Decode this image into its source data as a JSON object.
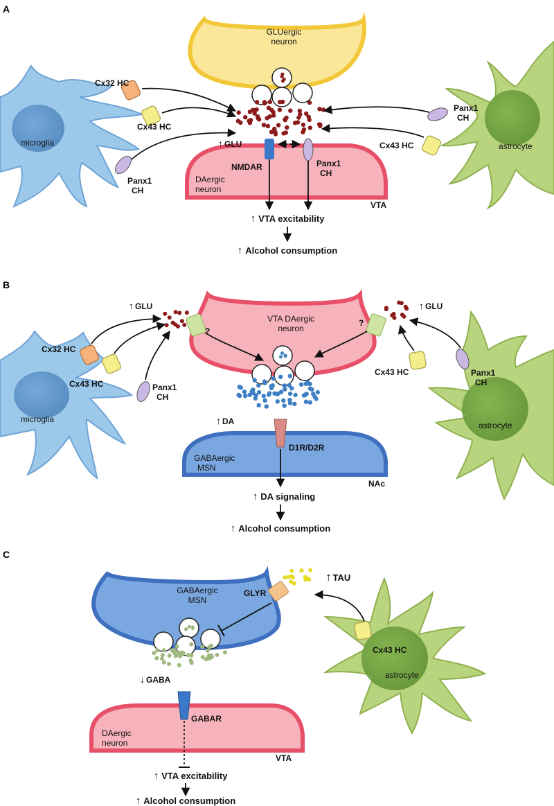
{
  "colors": {
    "microglia": "#9cc9ea",
    "astrocyte": "#b8d47f",
    "glu_neuron": "#fbe79a",
    "da_neuron": "#f7b3bb",
    "gaba_msn": "#7aa7e0",
    "glutamate": "#8b1a1a",
    "dopamine": "#3f7fc4",
    "gaba_vesicle": "#9fb880",
    "taurine": "#e6dc2a",
    "cx32": "#f6b27a",
    "cx43": "#f4ef8a",
    "panx1": "#c9b8e3",
    "nmdar": "#3b78c8",
    "d1r_d2r": "#d88b86",
    "glyr": "#f3c48b",
    "gabar": "#3b78c8",
    "unknown_receptor": "#cfe3a2"
  },
  "panel_a": {
    "letter": "A",
    "glu_neuron_label": [
      "GLUergic",
      "neuron"
    ],
    "cx32_label": "Cx32 HC",
    "cx43_micro_label": "Cx43 HC",
    "microglia_label": "microglia",
    "panx1_micro_label": [
      "Panx1",
      "CH"
    ],
    "glu_label": "GLU",
    "nmdar_label": "NMDAR",
    "da_neuron_label": [
      "DAergic",
      "neuron"
    ],
    "panx1_post_label": [
      "Panx1",
      "CH"
    ],
    "vta_label": "VTA",
    "panx1_astro_label": [
      "Panx1",
      "CH"
    ],
    "cx43_astro_label": "Cx43 HC",
    "astrocyte_label": "astrocyte",
    "excitability_label": "VTA excitability",
    "consumption_label": "Alcohol consumption"
  },
  "panel_b": {
    "letter": "B",
    "glu_left_label": "GLU",
    "glu_right_label": "GLU",
    "da_neuron_label": [
      "VTA DAergic",
      "neuron"
    ],
    "question_left": "?",
    "question_right": "?",
    "cx32_label": "Cx32 HC",
    "cx43_micro_label": "Cx43 HC",
    "panx1_micro_label": [
      "Panx1",
      "CH"
    ],
    "microglia_label": "microglia",
    "da_label": "DA",
    "receptor_label": "D1R/D2R",
    "msn_label": [
      "GABAergic",
      "MSN"
    ],
    "nac_label": "NAc",
    "cx43_astro_label": "Cx43 HC",
    "panx1_astro_label": [
      "Panx1",
      "CH"
    ],
    "astrocyte_label": "astrocyte",
    "signaling_label": "DA signaling",
    "consumption_label": "Alcohol consumption"
  },
  "panel_c": {
    "letter": "C",
    "msn_label": [
      "GABAergic",
      "MSN"
    ],
    "glyr_label": "GLYR",
    "tau_label": "TAU",
    "cx43_label": "Cx43 HC",
    "astrocyte_label": "astrocyte",
    "gaba_label": "GABA",
    "gabar_label": "GABAR",
    "da_neuron_label": [
      "DAergic",
      "neuron"
    ],
    "vta_label": "VTA",
    "excitability_label": "VTA excitability",
    "consumption_label": "Alcohol consumption"
  }
}
